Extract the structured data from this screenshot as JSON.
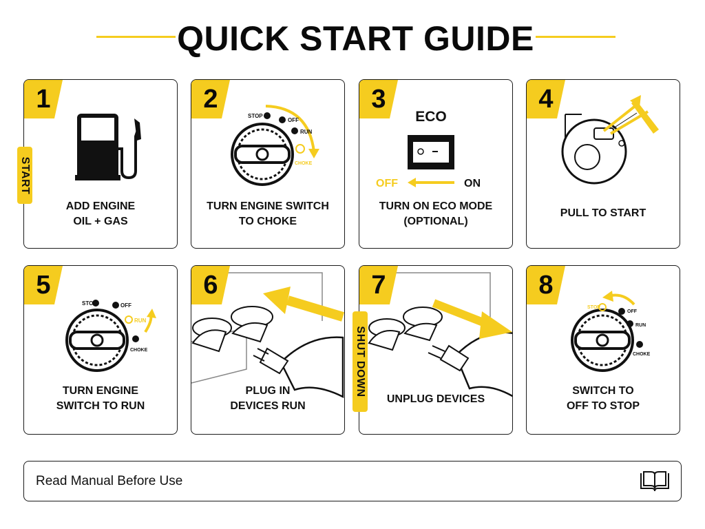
{
  "title": "QUICK START GUIDE",
  "steps": [
    {
      "number": "1",
      "caption": "ADD ENGINE\nOIL + GAS",
      "side_label": "START"
    },
    {
      "number": "2",
      "caption": "TURN ENGINE SWITCH\nTO CHOKE",
      "dial_labels": {
        "stop": "STOP",
        "off": "OFF",
        "run": "RUN",
        "choke": "CHOKE"
      }
    },
    {
      "number": "3",
      "caption": "TURN ON ECO MODE\n(OPTIONAL)",
      "eco_label": "ECO",
      "off_label": "OFF",
      "on_label": "ON"
    },
    {
      "number": "4",
      "caption": "PULL TO START"
    },
    {
      "number": "5",
      "caption": "TURN ENGINE\nSWITCH TO RUN",
      "dial_labels": {
        "stop": "STOP",
        "off": "OFF",
        "run": "RUN",
        "choke": "CHOKE"
      }
    },
    {
      "number": "6",
      "caption": "PLUG IN\nDEVICES  RUN"
    },
    {
      "number": "7",
      "caption": "UNPLUG DEVICES",
      "side_label": "SHUT DOWN"
    },
    {
      "number": "8",
      "caption": "SWITCH TO\nOFF TO STOP",
      "dial_labels": {
        "stop": "STOP",
        "off": "OFF",
        "run": "RUN",
        "choke": "CHOKE"
      }
    }
  ],
  "footer": {
    "text": "Read Manual Before Use",
    "icon": "open-book-icon"
  },
  "colors": {
    "accent": "#f5cc1f",
    "ink": "#111111",
    "background": "#ffffff"
  }
}
